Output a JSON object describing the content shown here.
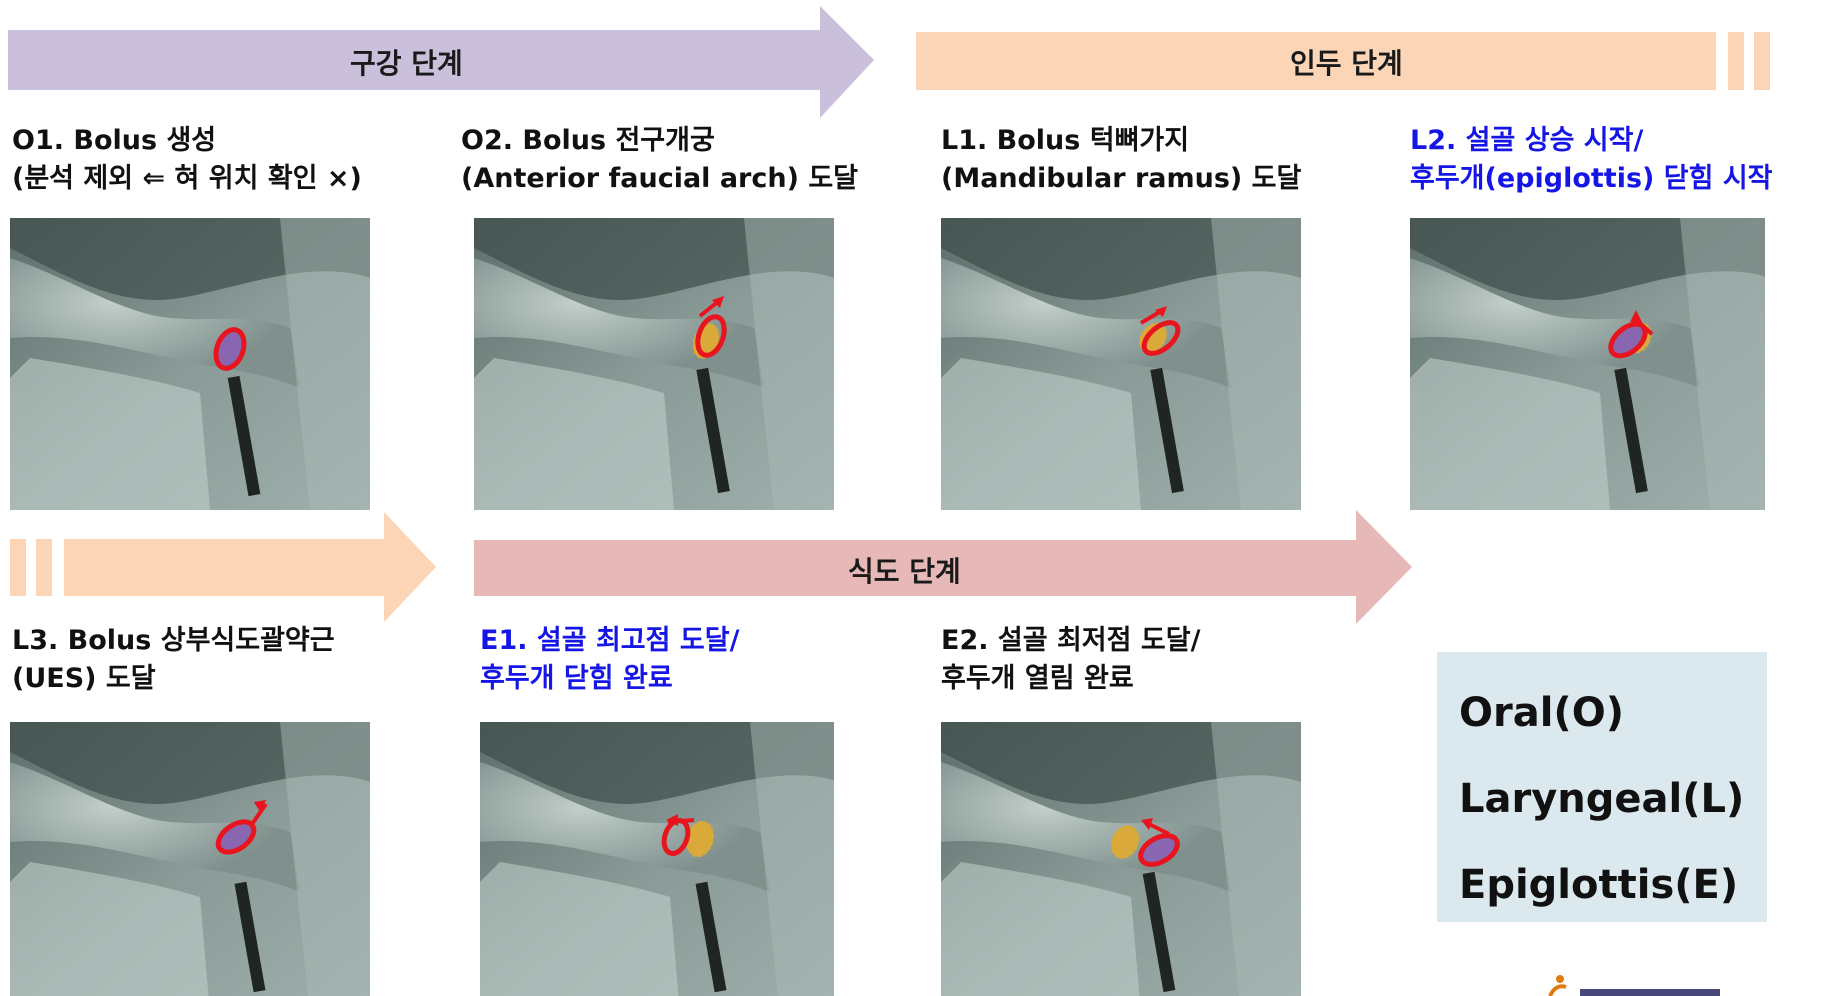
{
  "stages": {
    "oral": {
      "label": "구강 단계",
      "color": "#cbc0dc"
    },
    "pharyngeal": {
      "label": "인두 단계",
      "color": "#fbd5b5"
    },
    "esophageal": {
      "label": "식도 단계",
      "color": "#e6b8b7"
    }
  },
  "steps": [
    {
      "line1": "O1. Bolus 생성",
      "line2": "(분석 제외 ⇐ 혀 위치 확인 ×)",
      "blue": false
    },
    {
      "line1": "O2. Bolus 전구개궁",
      "line2": "(Anterior faucial arch) 도달",
      "blue": false
    },
    {
      "line1": "L1. Bolus 턱뼈가지",
      "line2": "(Mandibular ramus) 도달",
      "blue": false
    },
    {
      "line1": "L2. 설골 상승 시작/",
      "line2": "후두개(epiglottis) 닫힘 시작",
      "blue": true
    },
    {
      "line1": "L3. Bolus 상부식도괄약근",
      "line2": "(UES) 도달",
      "blue": false
    },
    {
      "line1": "E1. 설골 최고점 도달/",
      "line2": "후두개 닫힘 완료",
      "blue": true
    },
    {
      "line1": "E2. 설골 최저점 도달/",
      "line2": "후두개 열림 완료",
      "blue": false
    }
  ],
  "legend": {
    "line1": "Oral(O)",
    "line2": "Laryngeal(L)",
    "line3": "Epiglottis(E)"
  },
  "colors": {
    "marker_red": "#e8141e",
    "bolus_purple": "#8866b0",
    "epiglottis_orange": "#d9a93a",
    "legend_bg": "#dbe9ee"
  }
}
